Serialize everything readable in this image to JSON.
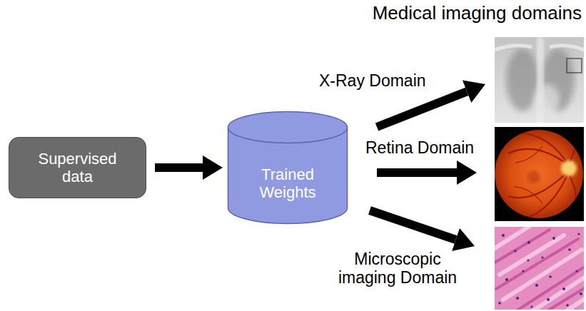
{
  "diagram": {
    "title": "Medical imaging domains",
    "nodes": [
      {
        "text": [
          "Supervised data"
        ]
      },
      {
        "text": [
          "Trained Weights"
        ]
      }
    ],
    "edges": [
      {
        "from": 0,
        "to": 1,
        "arrow": "to"
      }
    ],
    "labels": [
      "X-Ray Domain",
      "Retina Domain",
      "Microscopic imaging Domain"
    ]
  }
}
